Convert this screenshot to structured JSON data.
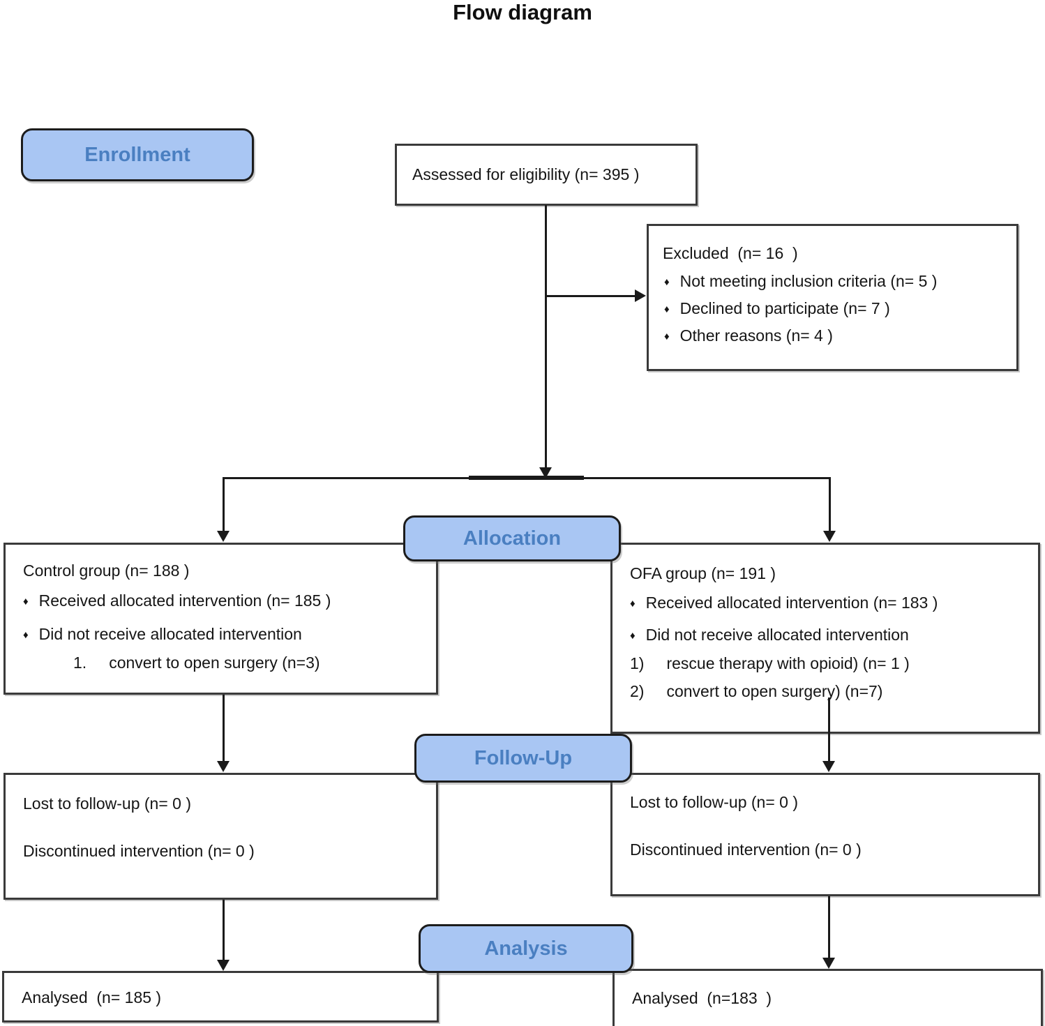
{
  "title": "Flow diagram",
  "bullet_char": "♦",
  "sections": {
    "enrollment": "Enrollment",
    "allocation": "Allocation",
    "followup": "Follow-Up",
    "analysis": "Analysis"
  },
  "boxes": {
    "assessed": {
      "text": "Assessed for eligibility (n= 395 )"
    },
    "excluded": {
      "title": "Excluded  (n= 16  )",
      "items": [
        "Not meeting inclusion criteria (n= 5 )",
        "Declined to participate (n= 7 )",
        "Other reasons (n= 4 )"
      ]
    },
    "control": {
      "title": "Control group (n= 188 )",
      "bullet1": "Received allocated intervention (n= 185 )",
      "bullet2": "Did not receive allocated intervention",
      "item1_num": "1.",
      "item1_text": "convert to open surgery (n=3)"
    },
    "ofa": {
      "title": "OFA group (n= 191 )",
      "bullet1": "Received allocated intervention (n= 183 )",
      "bullet2": "Did not receive allocated intervention",
      "item1_num": "1)",
      "item1_text": "rescue therapy with opioid) (n= 1 )",
      "item2_num": "2)",
      "item2_text": "convert to open surgery) (n=7)"
    },
    "followup_left": {
      "line1": "Lost to follow-up (n= 0 )",
      "line2": "Discontinued intervention (n= 0 )"
    },
    "followup_right": {
      "line1": "Lost to follow-up (n= 0 )",
      "line2": "Discontinued intervention (n= 0 )"
    },
    "analysis_left": {
      "text": "Analysed  (n= 185 )"
    },
    "analysis_right": {
      "text": "Analysed  (n=183  )"
    }
  },
  "colors": {
    "section_fill": "#a9c6f3",
    "section_text": "#4a7fc1",
    "line": "#1a1a1a"
  }
}
